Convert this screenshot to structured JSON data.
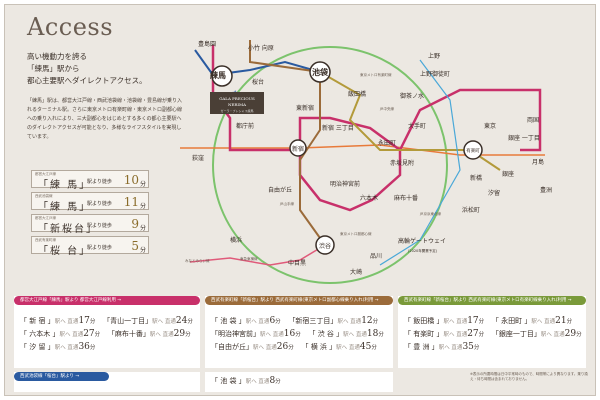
{
  "title": "Access",
  "catchcopy": "高い機動力を誇る\n「練馬」駅から\n都心主要駅へダイレクトアクセス。",
  "body": "「練馬」駅は、都営大江戸線・西武池袋線・池袋線・豊島線が乗り入れるターミナル駅。さらに東京メトロ有楽町線・東京メトロ副都心線への乗り入れにより、三大副都心をはじめとする多くの都心主要駅へのダイレクトアクセスが可能となり、多様なライフスタイルを実現しています。",
  "walk_times": [
    {
      "tag": "都営大江戸線",
      "station": "「練 馬」",
      "suffix": "駅より徒歩",
      "minutes": "10",
      "unit": "分"
    },
    {
      "tag": "西武池袋線",
      "station": "「練 馬」",
      "suffix": "駅より徒歩",
      "minutes": "11",
      "unit": "分"
    },
    {
      "tag": "都営大江戸線",
      "station": "「新桜台」",
      "suffix": "駅より徒歩",
      "minutes": "9",
      "unit": "分"
    },
    {
      "tag": "西武有楽町線",
      "station": "「桜 台」",
      "suffix": "駅より徒歩",
      "minutes": "5",
      "unit": "分"
    }
  ],
  "map": {
    "property_label_1": "GALA PRECIOUS",
    "property_label_2": "NERIMA",
    "property_label_3": "ガーラ・プレシャス練馬",
    "stations": {
      "toshimaen": "豊島園",
      "kotake": "小竹\n向原",
      "nerima": "練馬",
      "sakuradai": "桜台",
      "ikebukuro": "池袋",
      "ueno": "上野",
      "okachimachi": "上野御徒町",
      "iidabashi": "飯田橋",
      "ochanomizu": "御茶ノ水",
      "otemachi": "大手町",
      "ryogoku": "両国",
      "tochomae": "都庁前",
      "higashishinjuku": "東新宿",
      "shinjukusanchome": "新宿\n三丁目",
      "shinjuku": "新宿",
      "ogikubo": "荻窪",
      "nagatacho": "永田町",
      "akasakamitsuke": "赤坂見附",
      "tokyo": "東京",
      "yurakucho": "有楽町",
      "ginzaitchome": "銀座\n一丁目",
      "ginza": "銀座",
      "tsukishima": "月島",
      "toyosu": "豊洲",
      "shimbashi": "新橋",
      "shiodome": "汐留",
      "hamamatsucho": "浜松町",
      "meijijingumae": "明治神宮前",
      "roppongi": "六本木",
      "azabujuban": "麻布十番",
      "jiyugaoka": "自由が丘",
      "yokohama": "横浜",
      "shibuya": "渋谷",
      "nakameguro": "中目黒",
      "shinagawa": "品川",
      "takanawa": "高輪ゲートウェイ",
      "takanawa_note": "(2020年開業予定)",
      "osaki": "大崎"
    },
    "lines": {
      "oedo": "都営大江戸線",
      "fukutoshin": "東京メトロ副都心線",
      "yurakucho": "東京メトロ有楽町線",
      "chuo": "JR中央線",
      "yamanote": "JR山手線",
      "tokyu": "東急東横線",
      "minatomirai": "みなとみらい線",
      "keihin": "JR京浜東北線"
    },
    "colors": {
      "oedo": "#c8306a",
      "fukutoshin": "#9b6b3a",
      "yurakucho": "#b39a3a",
      "seibu": "#2a5aa0",
      "yamanote": "#7cc36c",
      "chuo": "#e87a3a"
    }
  },
  "routes": [
    {
      "head_station": "「練馬」",
      "head": "都営大江戸線「練馬」駅より 都営大江戸線利用 →",
      "color": "#c8306a",
      "rows": [
        [
          {
            "name": "「 新 宿 」",
            "sep": "駅へ 直通",
            "val": "17",
            "unit": "分"
          },
          {
            "name": "「青山一丁目」",
            "sep": "駅へ 直通",
            "val": "24",
            "unit": "分"
          }
        ],
        [
          {
            "name": "「 六本木 」",
            "sep": "駅へ 直通",
            "val": "27",
            "unit": "分"
          },
          {
            "name": "「麻布十番」",
            "sep": "駅へ 直通",
            "val": "29",
            "unit": "分"
          }
        ],
        [
          {
            "name": "「 汐 留 」",
            "sep": "駅へ 直通",
            "val": "36",
            "unit": "分"
          }
        ]
      ]
    },
    {
      "head_station": "「新桜台」",
      "head": "西武有楽町線「新桜台」駅より 西武有楽町線(東京メトロ副都心線乗り入れ)利用 →",
      "color": "#9b6b3a",
      "rows": [
        [
          {
            "name": "「 池 袋 」",
            "sep": "駅へ 直通",
            "val": "6",
            "unit": "分"
          },
          {
            "name": "「新宿三丁目」",
            "sep": "駅へ 直通",
            "val": "12",
            "unit": "分"
          }
        ],
        [
          {
            "name": "「明治神宮前」",
            "sep": "駅へ 直通",
            "val": "16",
            "unit": "分"
          },
          {
            "name": "「 渋 谷 」",
            "sep": "駅へ 直通",
            "val": "18",
            "unit": "分"
          }
        ],
        [
          {
            "name": "「自由が丘」",
            "sep": "駅へ 直通",
            "val": "26",
            "unit": "分"
          },
          {
            "name": "「 横 浜 」",
            "sep": "駅へ 直通",
            "val": "45",
            "unit": "分"
          }
        ]
      ]
    },
    {
      "head_station": "「新桜台」",
      "head": "西武有楽町線「新桜台」駅より 西武有楽町線(東京メトロ有楽町線乗り入れ)利用 →",
      "color": "#7a9a3a",
      "rows": [
        [
          {
            "name": "「 飯田橋 」",
            "sep": "駅へ 直通",
            "val": "17",
            "unit": "分"
          },
          {
            "name": "「 永田町 」",
            "sep": "駅へ 直通",
            "val": "21",
            "unit": "分"
          }
        ],
        [
          {
            "name": "「 有楽町 」",
            "sep": "駅へ 直通",
            "val": "27",
            "unit": "分"
          },
          {
            "name": "「銀座一丁目」",
            "sep": "駅へ 直通",
            "val": "29",
            "unit": "分"
          }
        ],
        [
          {
            "name": "「 豊 洲 」",
            "sep": "駅へ 直通",
            "val": "35",
            "unit": "分"
          }
        ]
      ]
    },
    {
      "head_station": "「桜台」",
      "head": "西武池袋線「桜台」駅より →",
      "color": "#2a5aa0",
      "rows": [
        [
          {
            "name": "「 池 袋 」",
            "sep": "駅へ 直通",
            "val": "8",
            "unit": "分"
          }
        ]
      ]
    }
  ],
  "note": "※表示の所要時間は日中平常時のもので、時間帯により異なります。乗り換え・待ち時間は含まれておりません。"
}
